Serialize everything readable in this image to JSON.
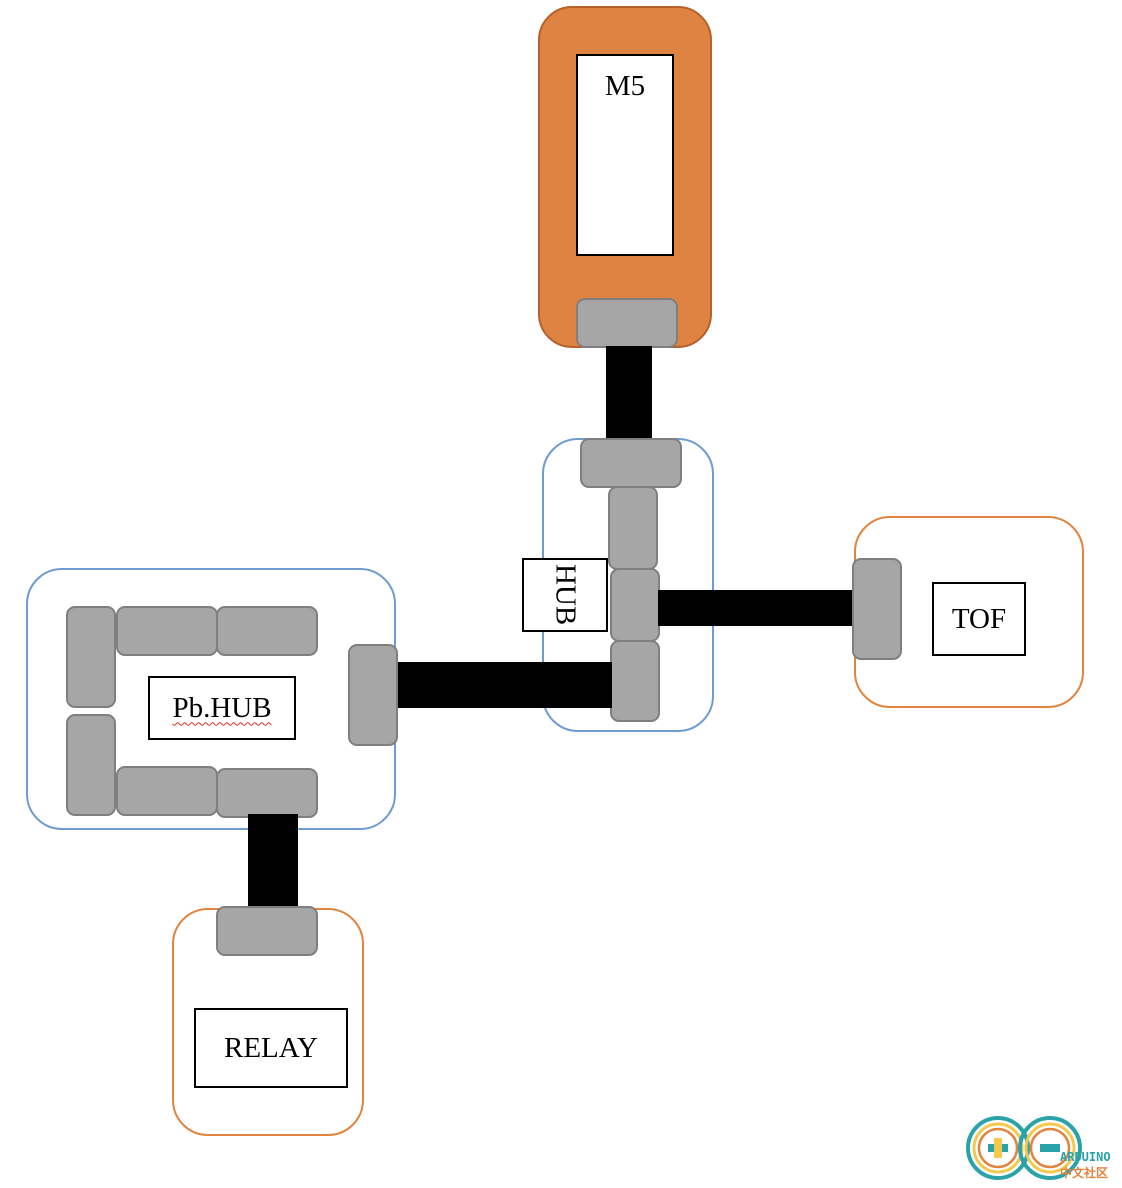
{
  "modules": {
    "m5": {
      "label": "M5"
    },
    "hub": {
      "label": "HUB"
    },
    "tof": {
      "label": "TOF"
    },
    "pbhub": {
      "label": "Pb.HUB"
    },
    "relay": {
      "label": "RELAY"
    }
  },
  "logo": {
    "name": "ARDUINO",
    "subtitle": "中文社区"
  },
  "colors": {
    "m5_body": "#de8342",
    "port": "#a6a6a6",
    "cable": "#000000",
    "hub_outline": "#6f9bd1",
    "unit_outline": "#e0843f"
  }
}
